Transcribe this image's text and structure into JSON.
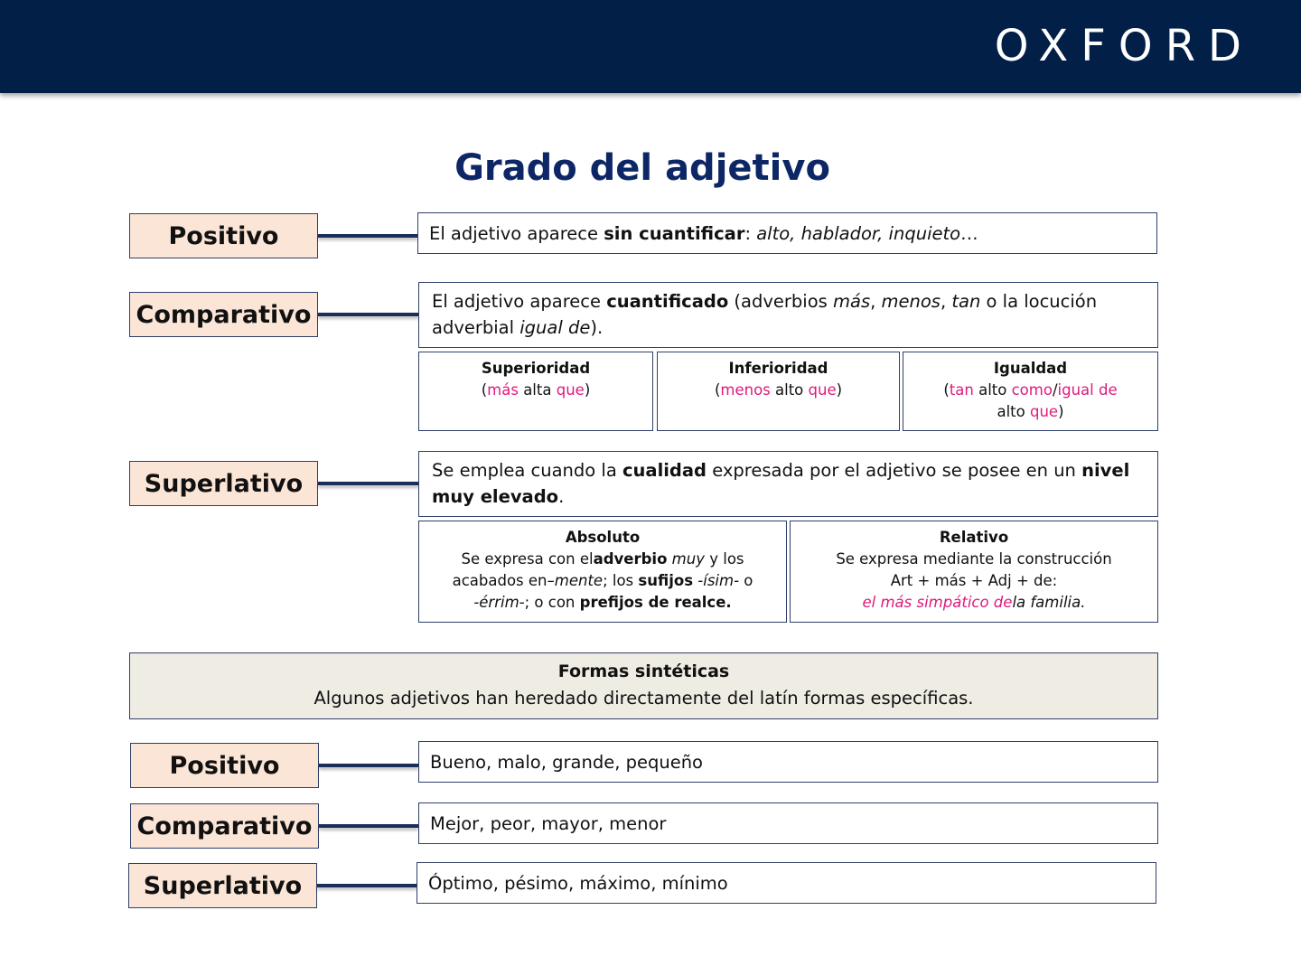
{
  "header": {
    "logo_text": "OXFORD",
    "background_color": "#021f48"
  },
  "title": "Grado del adjetivo",
  "colors": {
    "title": "#0d2766",
    "label_fill": "#fbe5d6",
    "border": "#2f3f6b",
    "highlight": "#e0197b",
    "synthetic_fill": "#eeece3"
  },
  "grades": {
    "positivo": {
      "label": "Positivo",
      "definition": {
        "t1": "El adjetivo aparece ",
        "b1": "sin cuantificar",
        "t2": ": ",
        "i1": "alto, hablador, inquieto",
        "t3": "…"
      }
    },
    "comparativo": {
      "label": "Comparativo",
      "definition": {
        "t1": "El adjetivo aparece ",
        "b1": "cuantificado",
        "t2": " (adverbios ",
        "i1": "más",
        "t3": ", ",
        "i2": "menos",
        "t4": ", ",
        "i3": "tan",
        "t5": " o la locución adverbial ",
        "i4": "igual de",
        "t6": ")."
      },
      "types": [
        {
          "title": "Superioridad",
          "parts": [
            "(",
            "más",
            " alta ",
            "que",
            ")"
          ]
        },
        {
          "title": "Inferioridad",
          "parts": [
            "(",
            "menos",
            " alto ",
            "que",
            ")"
          ]
        },
        {
          "title": "Igualdad",
          "parts": [
            "(",
            "tan",
            " alto ",
            "como",
            "/",
            "igual de",
            " alto ",
            "que",
            ")"
          ]
        }
      ]
    },
    "superlativo": {
      "label": "Superlativo",
      "definition": {
        "t1": "Se emplea cuando la ",
        "b1": "cualidad",
        "t2": " expresada por el adjetivo se posee en un ",
        "b2": "nivel muy elevado",
        "t3": "."
      },
      "types": [
        {
          "title": "Absoluto",
          "t1": "Se expresa con el",
          "b1": "adverbio",
          "i1": " muy",
          "t2": " y los acabados en",
          "i2": "–mente",
          "t3": "; los ",
          "b2": "sufijos",
          "i3": " -ísim-",
          "t4": " o -",
          "i4": "érrim-",
          "t5": "; o con ",
          "b3": "prefijos de realce."
        },
        {
          "title": "Relativo",
          "line1": "Se expresa mediante la construcción",
          "line2": "Art + más + Adj + de:",
          "example_highlight": "el más simpático de",
          "example_rest": "la familia."
        }
      ]
    }
  },
  "synthetic_forms": {
    "title": "Formas sintéticas",
    "description": "Algunos adjetivos han heredado directamente del latín formas específicas.",
    "rows": [
      {
        "label": "Positivo",
        "forms": "Bueno, malo, grande, pequeño"
      },
      {
        "label": "Comparativo",
        "forms": "Mejor, peor, mayor, menor"
      },
      {
        "label": "Superlativo",
        "forms": "Óptimo, pésimo, máximo, mínimo"
      }
    ]
  }
}
